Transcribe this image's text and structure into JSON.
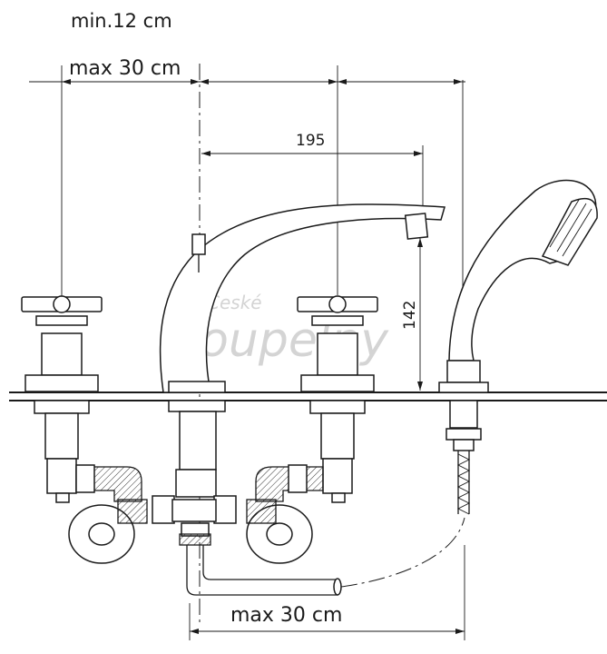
{
  "dimensions": {
    "min_spacing": "min.12 cm",
    "max_spacing_top": "max 30 cm",
    "spout_reach": "195",
    "spout_height": "142",
    "max_spacing_bottom": "max 30 cm"
  },
  "watermark": {
    "line1": "České",
    "line2": "koupelny"
  }
}
